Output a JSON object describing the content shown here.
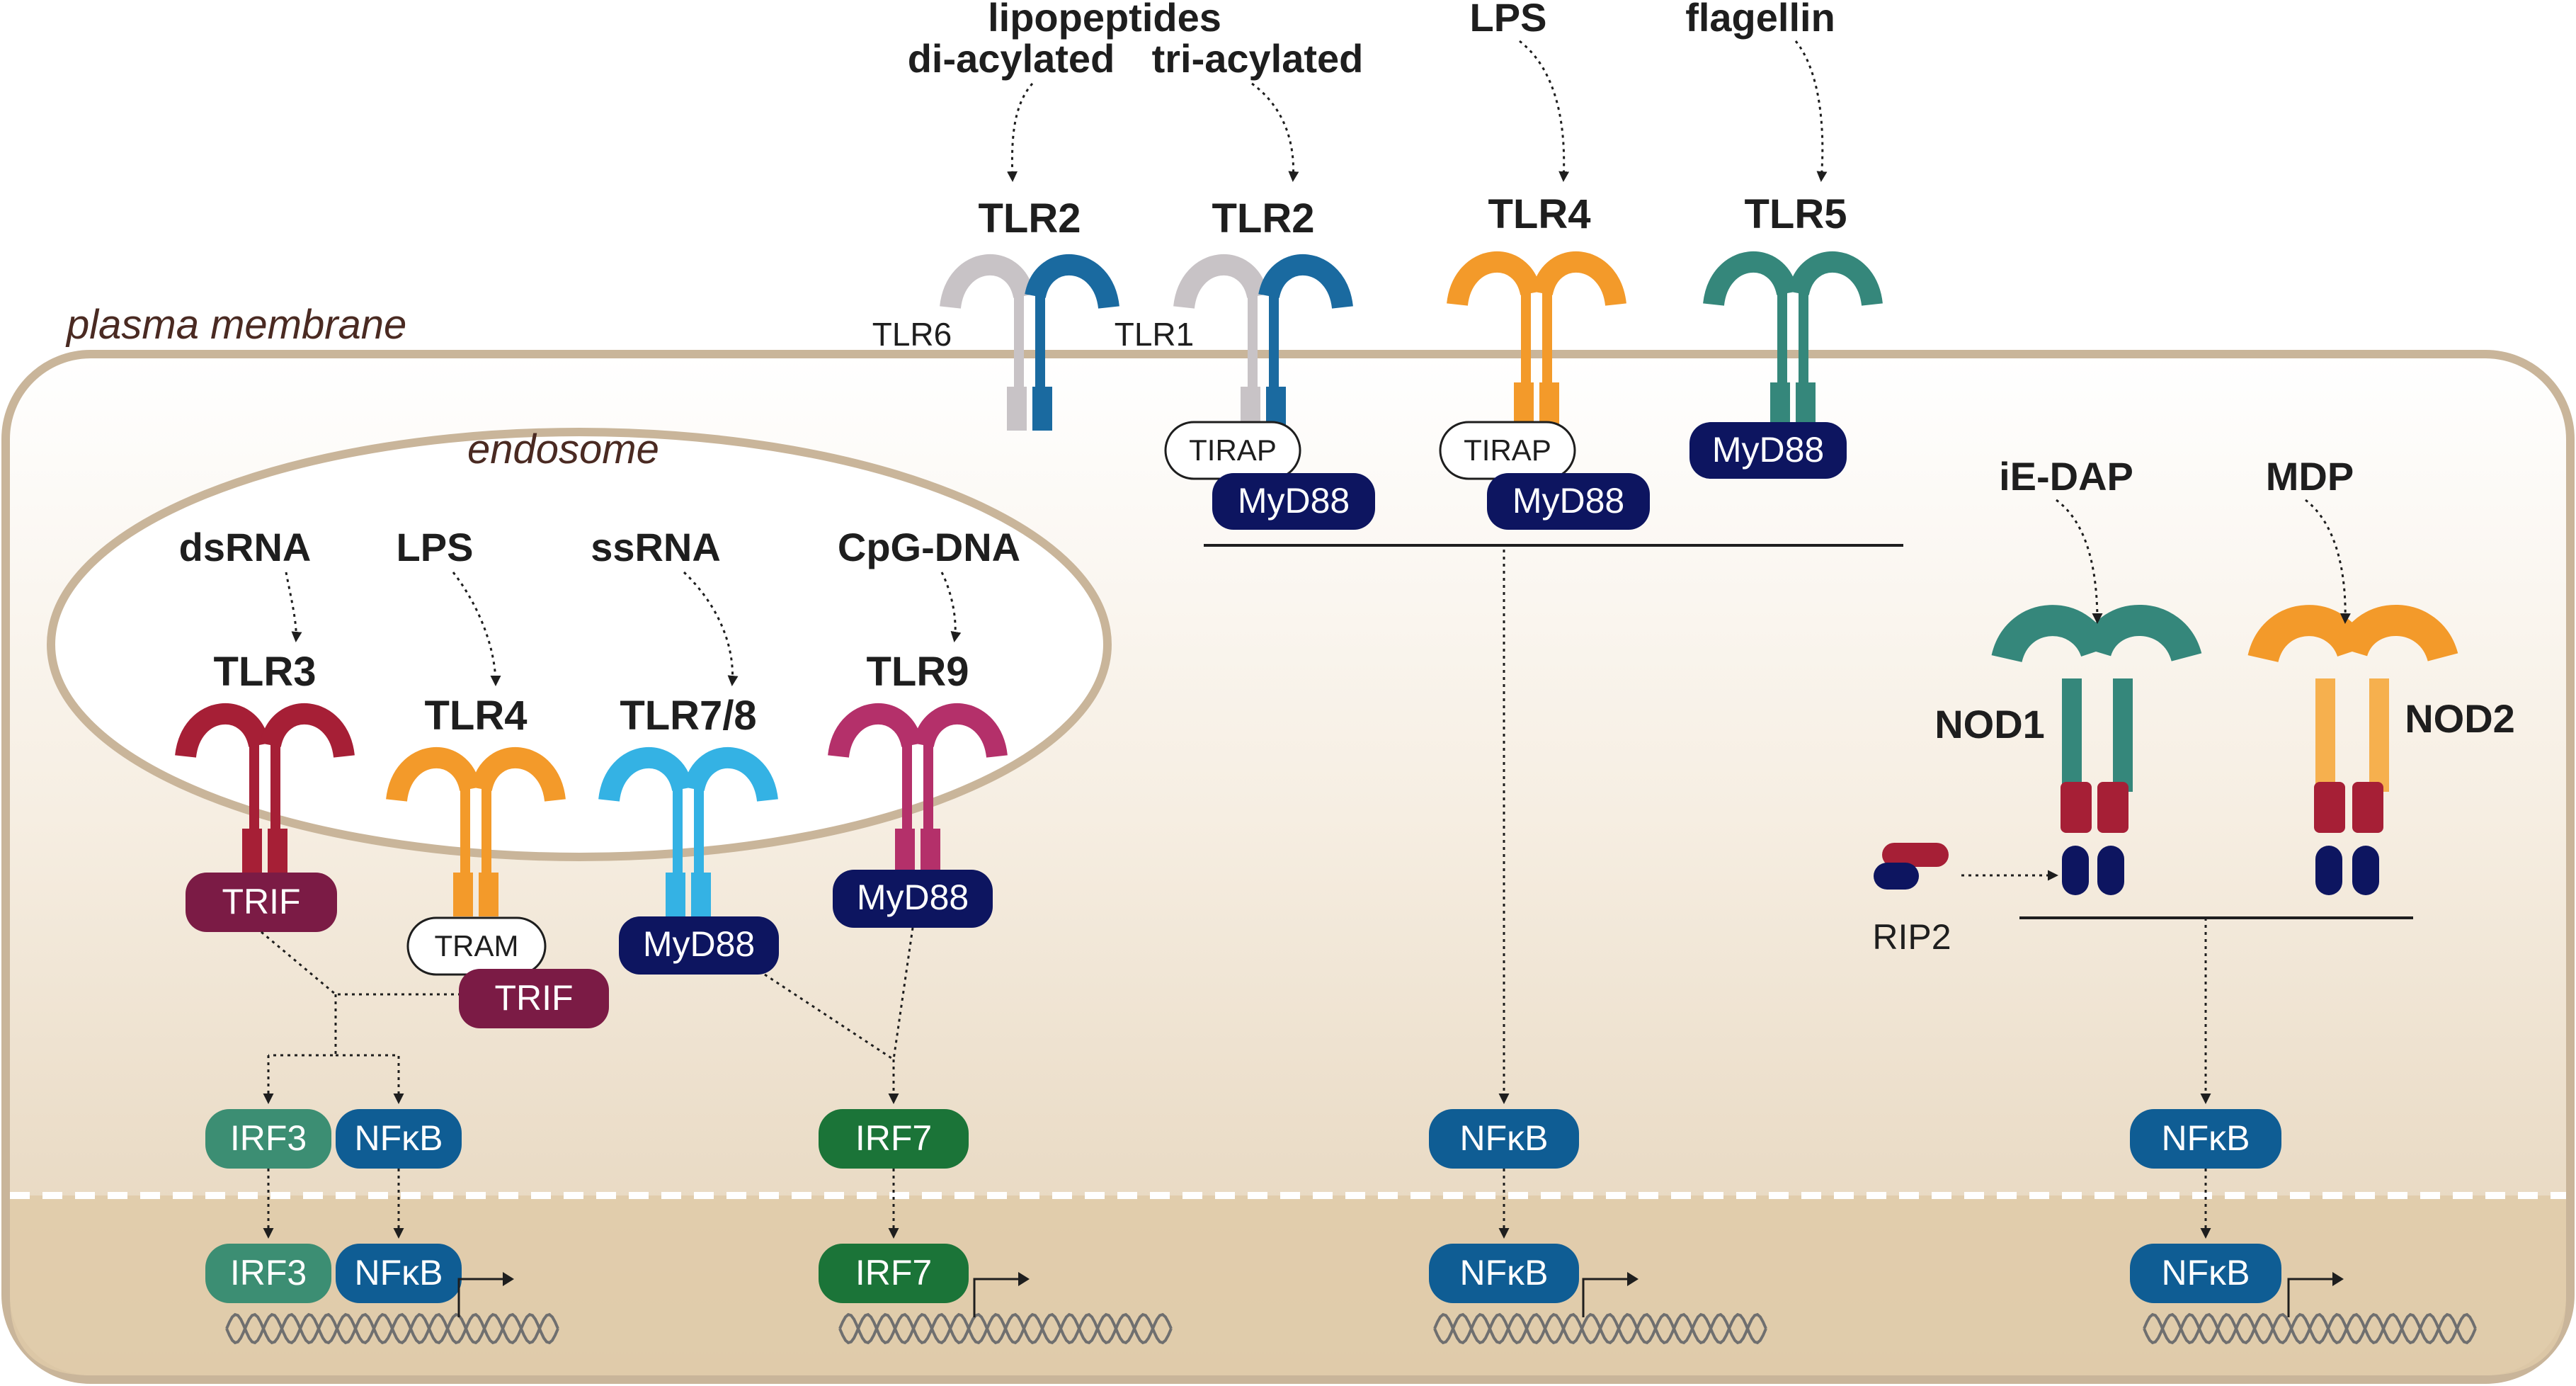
{
  "compartments": {
    "plasma_membrane": "plasma membrane",
    "endosome": "endosome"
  },
  "ligands": {
    "lipopeptides": "lipopeptides",
    "di_acylated": "di-acylated",
    "tri_acylated": "tri-acylated",
    "lps_surface": "LPS",
    "flagellin": "flagellin",
    "ie_dap": "iE-DAP",
    "mdp": "MDP",
    "dsrna": "dsRNA",
    "lps_endo": "LPS",
    "ssrna": "ssRNA",
    "cpg": "CpG-DNA"
  },
  "receptors": {
    "tlr2_a": "TLR2",
    "tlr6": "TLR6",
    "tlr2_b": "TLR2",
    "tlr1": "TLR1",
    "tlr4_surface": "TLR4",
    "tlr5": "TLR5",
    "tlr3": "TLR3",
    "tlr4_endo": "TLR4",
    "tlr78": "TLR7/8",
    "tlr9": "TLR9",
    "nod1": "NOD1",
    "nod2": "NOD2",
    "rip2": "RIP2"
  },
  "adaptors": {
    "tirap_1": "TIRAP",
    "myd88_1": "MyD88",
    "tirap_2": "TIRAP",
    "myd88_2": "MyD88",
    "myd88_3": "MyD88",
    "trif_1": "TRIF",
    "tram": "TRAM",
    "trif_2": "TRIF",
    "myd88_4": "MyD88",
    "myd88_5": "MyD88"
  },
  "transcription_factors": {
    "irf3_cyto": "IRF3",
    "nfkb_cyto_1": "NFκB",
    "irf7_cyto": "IRF7",
    "nfkb_cyto_2": "NFκB",
    "nfkb_cyto_3": "NFκB",
    "irf3_nuc": "IRF3",
    "nfkb_nuc_1": "NFκB",
    "irf7_nuc": "IRF7",
    "nfkb_nuc_2": "NFκB",
    "nfkb_nuc_3": "NFκB"
  },
  "colors": {
    "tlr2_blue": "#1a6aa0",
    "tlr_grey": "#c8c3c6",
    "tlr4_orange": "#f39a2a",
    "tlr5_teal": "#35877b",
    "tlr3_red": "#a61f36",
    "tlr78_cyan": "#34b2e4",
    "tlr9_magenta": "#b4306a",
    "myd88_navy": "#0d1560",
    "trif_maroon": "#7b1b45",
    "irf3_green": "#3c8e73",
    "nfkb_blue": "#0f5d94",
    "irf7_green": "#1b7438",
    "cell_border": "#c9b59a"
  }
}
